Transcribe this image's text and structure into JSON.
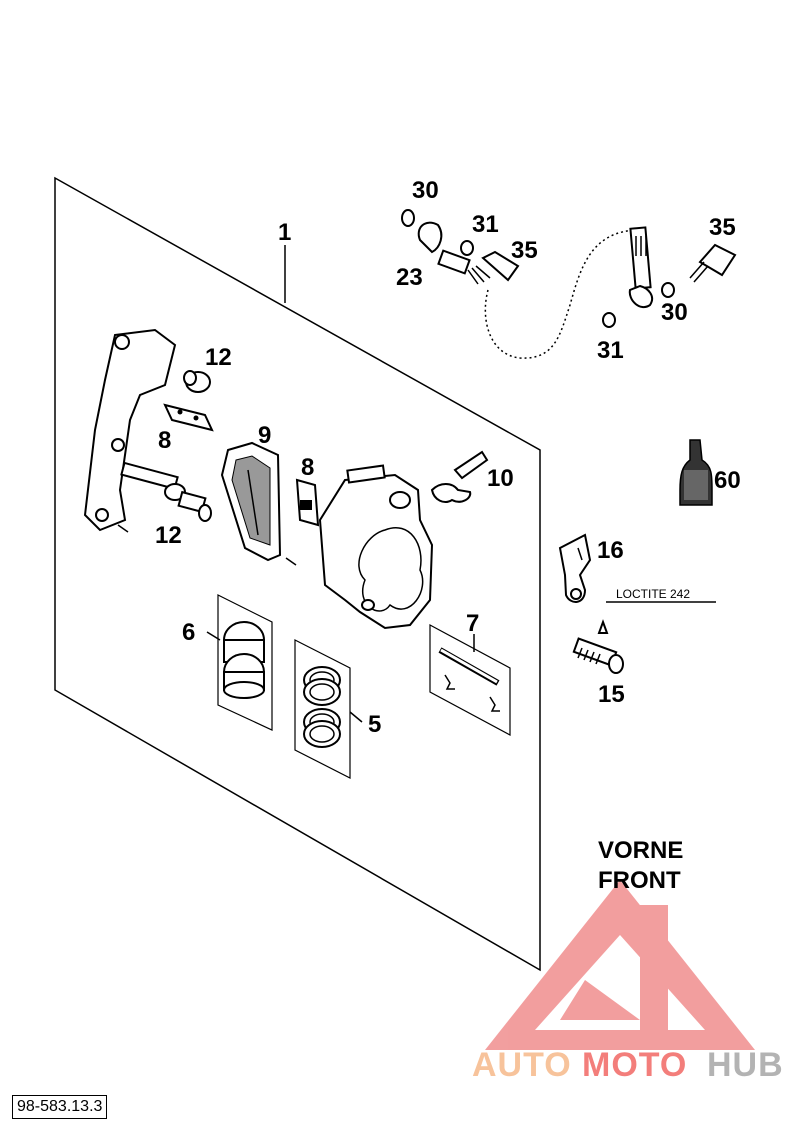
{
  "diagram_code": "98-583.13.3",
  "direction": {
    "line1": "VORNE",
    "line2": "FRONT"
  },
  "note": "LOCTITE 242",
  "callouts": {
    "c1": "1",
    "c12a": "12",
    "c8a": "8",
    "c12b": "12",
    "c9": "9",
    "c8b": "8",
    "c10": "10",
    "c6": "6",
    "c5": "5",
    "c7": "7",
    "c30a": "30",
    "c31a": "31",
    "c35a": "35",
    "c23": "23",
    "c35b": "35",
    "c30b": "30",
    "c31b": "31",
    "c60": "60",
    "c16": "16",
    "c15": "15"
  },
  "watermark": {
    "part1": "AUTO",
    "part2": "MOTO",
    "part3": "HUB",
    "color_orange": "#f5b07a",
    "color_red": "#ef5350",
    "color_grey": "#9a9a9a"
  }
}
